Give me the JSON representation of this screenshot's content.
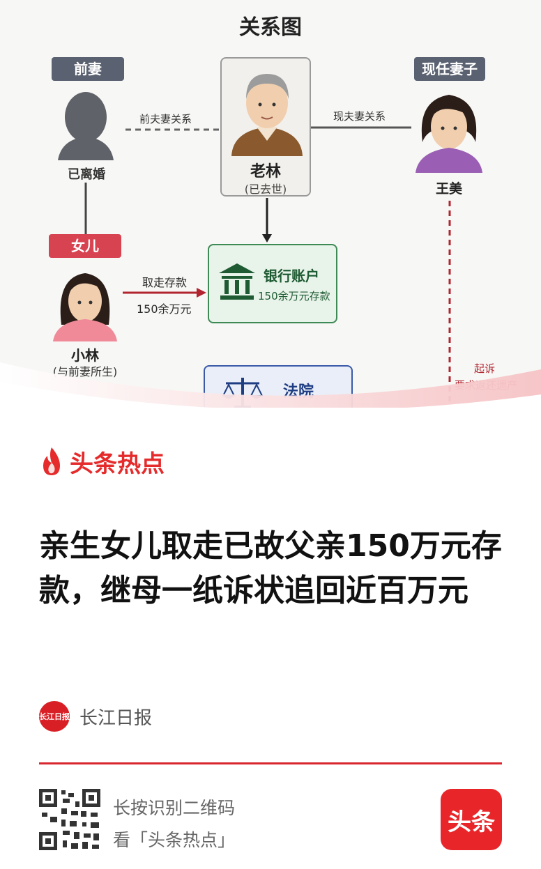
{
  "diagram": {
    "title": "关系图",
    "ex_wife": {
      "tag": "前妻",
      "status": "已离婚"
    },
    "current_wife": {
      "tag": "现任妻子",
      "name": "王美"
    },
    "elder": {
      "name": "老林",
      "status": "(已去世)"
    },
    "daughter": {
      "tag": "女儿",
      "name": "小林",
      "note": "(与前妻所生)"
    },
    "links": {
      "ex_relation": "前夫妻关系",
      "current_relation": "现夫妻关系"
    },
    "bank": {
      "title": "银行账户",
      "subtitle": "150余万元存款"
    },
    "withdraw": {
      "line1": "取走存款",
      "line2": "150余万元"
    },
    "court": {
      "title": "法院"
    },
    "lawsuit": {
      "line1": "起诉",
      "line2": "要求返还遗产"
    }
  },
  "brand": {
    "name": "头条热点",
    "icon": "flame-icon"
  },
  "headline": "亲生女儿取走已故父亲150万元存款，继母一纸诉状追回近百万元",
  "source": {
    "name": "长江日报",
    "logo_text": "长江日报"
  },
  "footer": {
    "qr_line1": "长按识别二维码",
    "qr_line2": "看「头条热点」",
    "app_icon_text": "头条"
  },
  "colors": {
    "accent": "#e52b2b",
    "divider": "#d8272e"
  }
}
